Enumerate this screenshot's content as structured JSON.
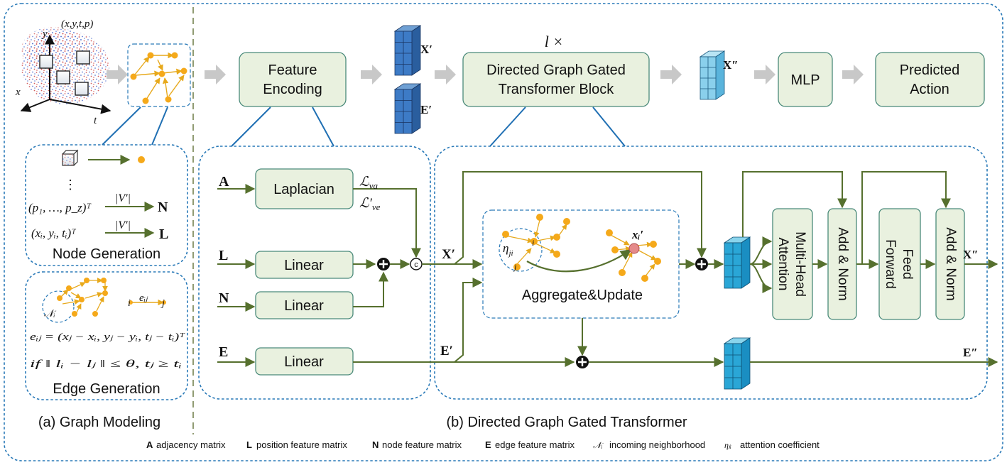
{
  "title": "",
  "panels": {
    "graph_modeling": {
      "caption": "(a) Graph Modeling",
      "event_label": "(x,y,t,p)",
      "axis_x": "x",
      "axis_y": "y",
      "axis_t": "t",
      "node_generation": {
        "title": "Node Generation",
        "vdots": "⋮",
        "polarity_vector": "(p₁, …, p_z)ᵀ",
        "position_vector": "(xᵢ, yᵢ, tᵢ)ᵀ",
        "count_label": "|V′|",
        "out_n": "N",
        "out_l": "L"
      },
      "edge_generation": {
        "title": "Edge Generation",
        "neighborhood": "𝒩ᵢ",
        "edge_i": "i",
        "edge_label": "eᵢⱼ",
        "edge_j": "j",
        "formula": "eᵢⱼ = (xⱼ − xᵢ, yⱼ − yᵢ, tⱼ − tᵢ)ᵀ",
        "condition": "if     ‖ lᵢ − lⱼ ‖ ≤ θ,     tⱼ ≥ tᵢ"
      }
    },
    "transformer": {
      "caption": "(b) Directed Graph Gated Transformer",
      "feature_encoding": "Feature Encoding",
      "block": "Directed Graph Gated Transformer Block",
      "repeat": "l ×",
      "mlp": "MLP",
      "predicted": "Predicted Action",
      "x_prime": "X′",
      "e_prime": "E′",
      "x_dprime": "X″",
      "e_dprime": "E″",
      "encoder": {
        "in_a": "A",
        "in_l": "L",
        "in_n": "N",
        "in_e": "E",
        "laplacian": "Laplacian",
        "linear": "Linear",
        "loss_va": "ℒ",
        "loss_va_sub": "va",
        "loss_ve": "ℒ′",
        "loss_ve_sub": "ve",
        "concat": "c",
        "plus": "+"
      },
      "block_detail": {
        "aggregate": "Aggregate&Update",
        "eta": "η",
        "eta_sub": "ji",
        "xi": "xᵢ′",
        "node_i": "i",
        "node_j": "j",
        "mha": "Multi-Head Attention",
        "addnorm": "Add & Norm",
        "ff": "Feed Forward"
      }
    }
  },
  "legend": [
    {
      "sym": "A",
      "text": "adjacency matrix"
    },
    {
      "sym": "L",
      "text": "position feature matrix"
    },
    {
      "sym": "N",
      "text": "node feature matrix"
    },
    {
      "sym": "E",
      "text": "edge feature matrix"
    },
    {
      "sym": "𝒩ᵢ",
      "text": "incoming neighborhood"
    },
    {
      "sym": "ηⱼᵢ",
      "text": "attention coefficient"
    }
  ]
}
